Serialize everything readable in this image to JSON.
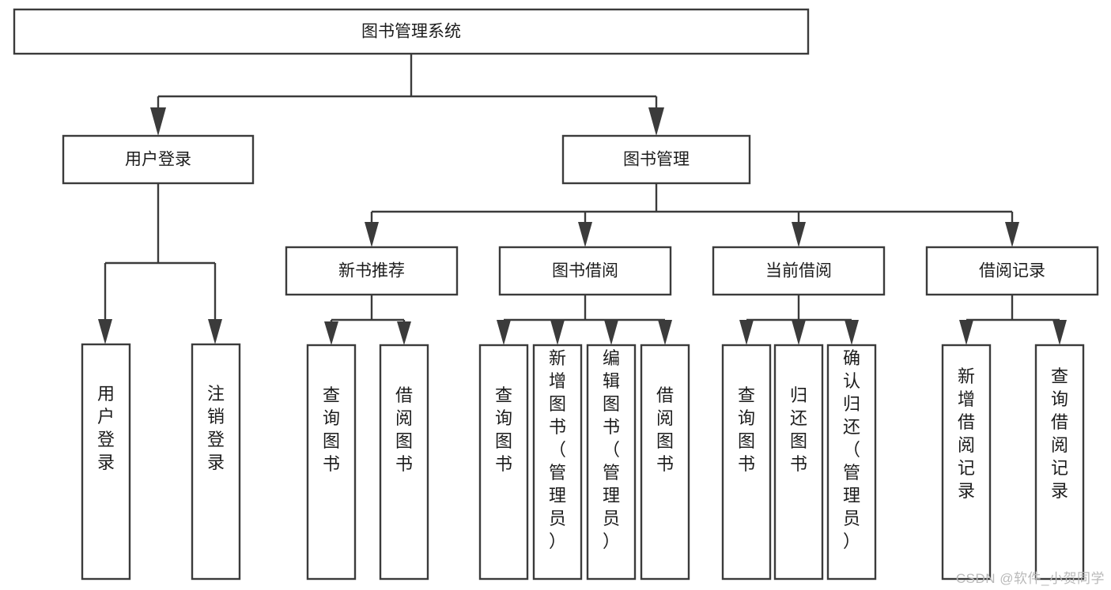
{
  "diagram": {
    "type": "tree-hierarchy-chart",
    "title": "图书管理系统",
    "orientation": "top-down",
    "colors": {
      "box_stroke": "#3b3b3b",
      "box_fill": "#ffffff",
      "connector": "#3b3b3b",
      "text": "#1c1c1c",
      "watermark": "#b9b9b9",
      "background": "#ffffff"
    },
    "root": {
      "id": "root",
      "label": "图书管理系统"
    },
    "level1": [
      {
        "id": "user-login",
        "label": "用户登录"
      },
      {
        "id": "book-manage",
        "label": "图书管理"
      }
    ],
    "level2": [
      {
        "id": "new-book-recommend",
        "label": "新书推荐",
        "parent": "book-manage"
      },
      {
        "id": "book-borrow",
        "label": "图书借阅",
        "parent": "book-manage"
      },
      {
        "id": "current-borrow",
        "label": "当前借阅",
        "parent": "book-manage"
      },
      {
        "id": "borrow-record",
        "label": "借阅记录",
        "parent": "book-manage"
      }
    ],
    "leaves": {
      "user-login": [
        {
          "id": "leaf-user-login",
          "label": "用户登录"
        },
        {
          "id": "leaf-user-logout",
          "label": "注销登录"
        }
      ],
      "new-book-recommend": [
        {
          "id": "leaf-query-book-1",
          "label": "查询图书"
        },
        {
          "id": "leaf-borrow-book-1",
          "label": "借阅图书"
        }
      ],
      "book-borrow": [
        {
          "id": "leaf-query-book-2",
          "label": "查询图书"
        },
        {
          "id": "leaf-add-book",
          "label": "新增图书（管理员）"
        },
        {
          "id": "leaf-edit-book",
          "label": "编辑图书（管理员）"
        },
        {
          "id": "leaf-borrow-book-2",
          "label": "借阅图书"
        }
      ],
      "current-borrow": [
        {
          "id": "leaf-query-book-3",
          "label": "查询图书"
        },
        {
          "id": "leaf-return-book",
          "label": "归还图书"
        },
        {
          "id": "leaf-confirm-return",
          "label": "确认归还（管理员）"
        }
      ],
      "borrow-record": [
        {
          "id": "leaf-add-record",
          "label": "新增借阅记录"
        },
        {
          "id": "leaf-query-record",
          "label": "查询借阅记录"
        }
      ]
    }
  },
  "watermark": {
    "label": "CSDN @软件_小贺同学"
  }
}
